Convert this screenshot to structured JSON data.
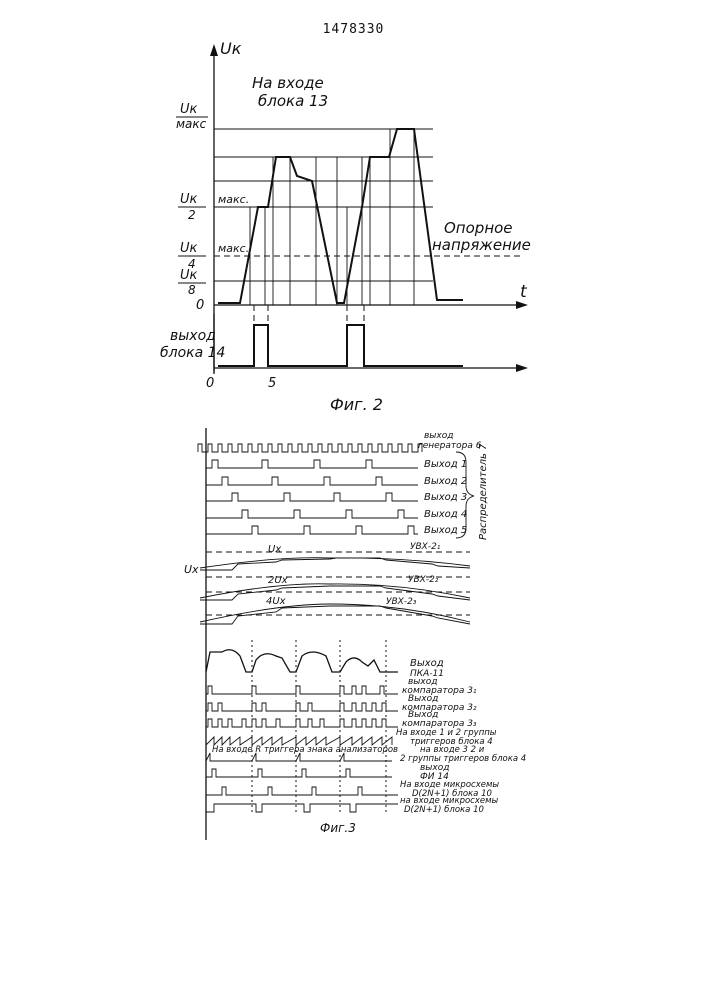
{
  "page_number": "1478330",
  "fig2": {
    "caption": "Фиг. 2",
    "y_axis_label": "Uк",
    "x_axis_label": "t",
    "input_label_line1": "На входе",
    "input_label_line2": "блока 13",
    "ymax_label_line1": "Uк",
    "ymax_label_line2": "макс",
    "yhalf_label_line1": "Uк",
    "yhalf_label_line2": "2",
    "yhalf_suffix": "макс.",
    "yquarter_label_line1": "Uк",
    "yquarter_label_line2": "4",
    "yquarter_suffix": "макс.",
    "yeighth_label_line1": "Uк",
    "yeighth_label_line2": "8",
    "zero_label": "0",
    "reference_line1": "Опорное",
    "reference_line2": "напряжение",
    "output_label_line1": "выход",
    "output_label_line2": "блока 14",
    "bottom_zero": "0",
    "bottom_five": "5"
  },
  "fig3": {
    "caption": "Фиг.3",
    "gen_label_line1": "выход",
    "gen_label_line2": "генератора 6",
    "out1": "Выход 1",
    "out2": "Выход 2",
    "out3": "Выход 3",
    "out4": "Выход 4",
    "out5": "Выход 5",
    "distributor_label": "Распределитель 7",
    "ux_side": "Ux",
    "ux_curve": "Ux",
    "uvx1": "УВХ-2₁",
    "ux2": "2Ux",
    "uvx2": "УВХ-2₂",
    "ux4": "4Ux",
    "uvx3": "УВХ-2₃",
    "pka_line1": "Выход",
    "pka_line2": "ПКА-11",
    "comp1_line1": "выход",
    "comp1_line2": "компаратора 3₁",
    "comp2_line1": "Выход",
    "comp2_line2": "компаратора 3₂",
    "comp3_line1": "Выход",
    "comp3_line2": "компаратора 3₃",
    "trig1_line1": "На входе 1 и 2 группы",
    "trig1_line2": "триггеров блока 4",
    "sign_trig": "На входе R триггера знака анализаторов",
    "trig2_line1": "на входе 3 2 и",
    "trig2_line2": "2 группы триггеров блока 4",
    "fi_line1": "выход",
    "fi_line2": "ФИ 14",
    "micro1_line1": "На входе микросхемы",
    "micro1_line2": "D(2N+1) блока 10",
    "micro2_line1": "на входе микросхемы",
    "micro2_line2": "D(2N+1) блока 10"
  }
}
